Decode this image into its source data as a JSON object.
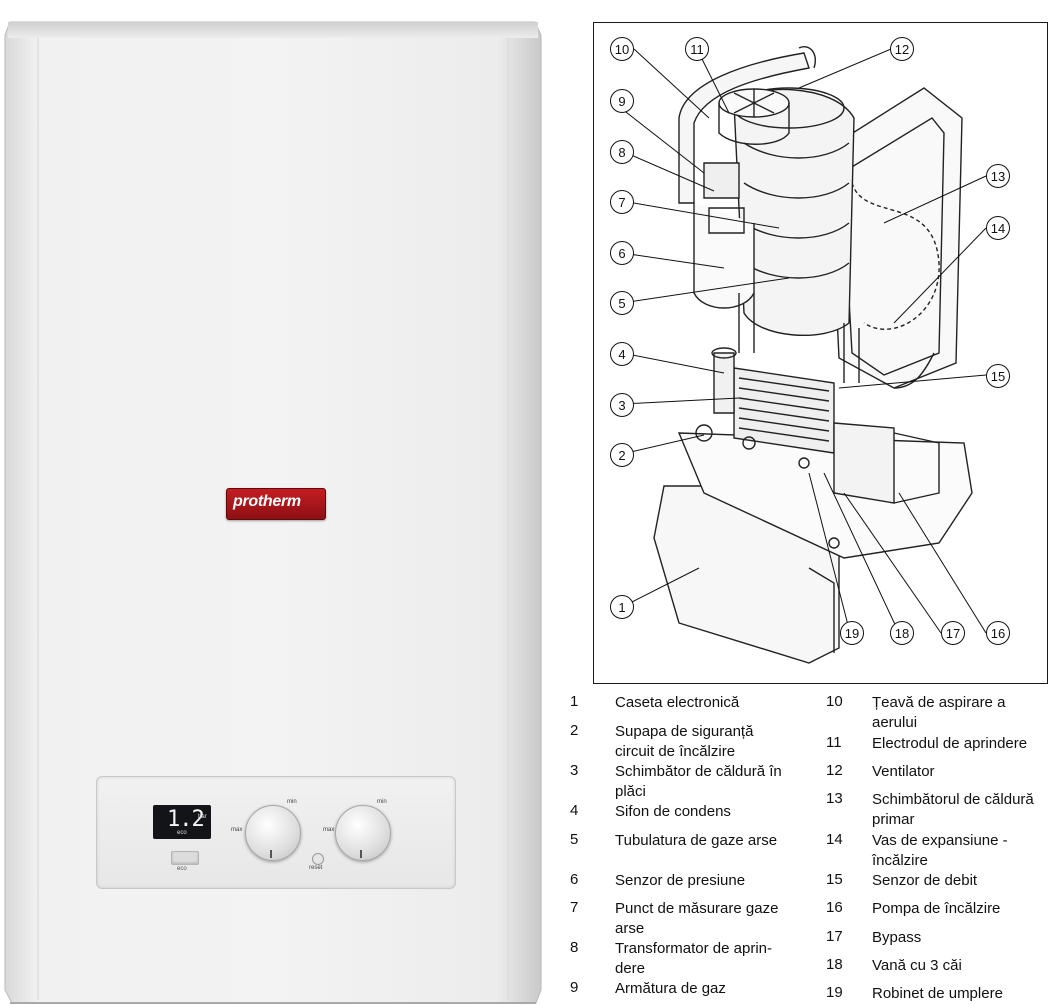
{
  "boiler": {
    "brand": "protherm",
    "display_value": "1.2",
    "display_unit": "bar",
    "display_mode": "eco",
    "eco_button_label": "eco",
    "knob_heating_labels": [
      "max",
      "min"
    ],
    "knob_dhw_labels": [
      "max",
      "min"
    ],
    "reset_label": "reset"
  },
  "diagram": {
    "callouts": [
      "1",
      "2",
      "3",
      "4",
      "5",
      "6",
      "7",
      "8",
      "9",
      "10",
      "11",
      "12",
      "13",
      "14",
      "15",
      "16",
      "17",
      "18",
      "19"
    ]
  },
  "legend": {
    "items": [
      {
        "num": "1",
        "text": "Caseta electronică"
      },
      {
        "num": "2",
        "text": "Supapa de siguranță circuit de încălzire"
      },
      {
        "num": "3",
        "text": "Schimbător de căldură în plăci"
      },
      {
        "num": "4",
        "text": "Sifon de condens"
      },
      {
        "num": "5",
        "text": "Tubulatura de gaze arse"
      },
      {
        "num": "6",
        "text": "Senzor de presiune"
      },
      {
        "num": "7",
        "text": "Punct de măsurare gaze arse"
      },
      {
        "num": "8",
        "text": "Transformator de aprin-dere"
      },
      {
        "num": "9",
        "text": "Armătura de gaz"
      },
      {
        "num": "10",
        "text": "Țeavă de aspirare a aerului"
      },
      {
        "num": "11",
        "text": "Electrodul de aprindere"
      },
      {
        "num": "12",
        "text": "Ventilator"
      },
      {
        "num": "13",
        "text": "Schimbătorul de căldură primar"
      },
      {
        "num": "14",
        "text": "Vas de expansiune - încălzire"
      },
      {
        "num": "15",
        "text": "Senzor de debit"
      },
      {
        "num": "16",
        "text": "Pompa de încălzire"
      },
      {
        "num": "17",
        "text": "Bypass"
      },
      {
        "num": "18",
        "text": "Vană cu 3 căi"
      },
      {
        "num": "19",
        "text": "Robinet de umplere"
      }
    ]
  }
}
